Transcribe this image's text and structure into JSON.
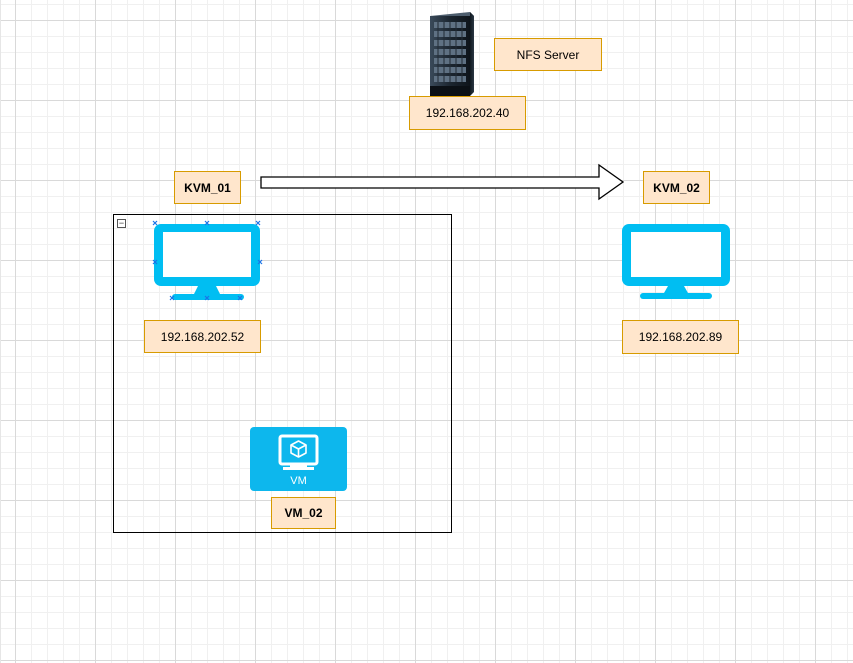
{
  "nodes": {
    "nfs_server": {
      "label": "NFS Server",
      "ip": "192.168.202.40"
    },
    "kvm_01": {
      "label": "KVM_01",
      "ip": "192.168.202.52"
    },
    "kvm_02": {
      "label": "KVM_02",
      "ip": "192.168.202.89"
    },
    "vm_02": {
      "label": "VM_02",
      "icon_text": "VM"
    }
  },
  "icons": {
    "server": "server-rack-icon",
    "monitor": "monitor-icon",
    "vm": "virtual-machine-icon",
    "arrow": "migration-arrow"
  },
  "colors": {
    "label_fill": "#ffe6cc",
    "label_border": "#d79b00",
    "monitor_blue": "#00bef2",
    "vm_blue": "#0db7ed",
    "server_dark": "#1f2933"
  }
}
